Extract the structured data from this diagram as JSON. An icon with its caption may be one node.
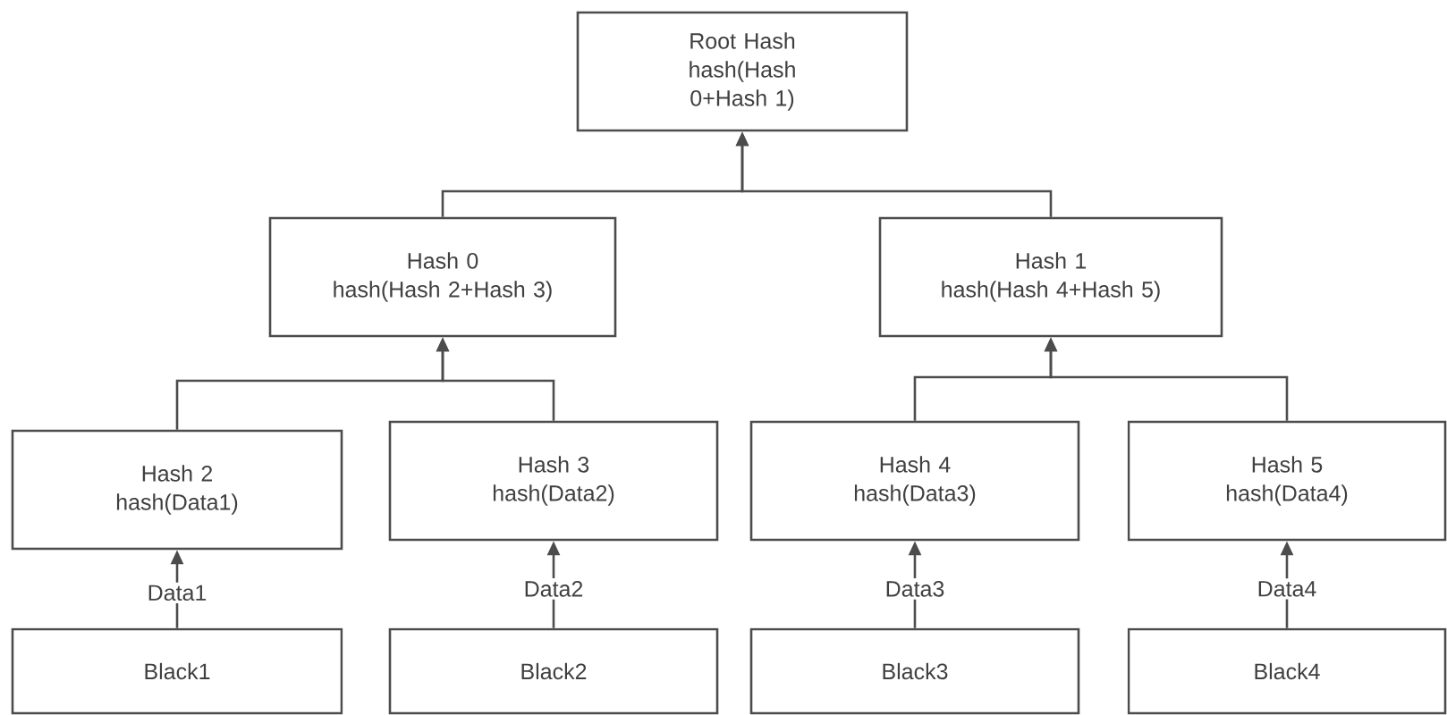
{
  "diagram": {
    "nodes": [
      {
        "text": [
          "Root Hash",
          "hash(Hash 0+Hash 1)"
        ]
      },
      {
        "text": [
          "Hash 0",
          "hash(Hash 2+Hash 3)"
        ]
      },
      {
        "text": [
          "Hash 1",
          "hash(Hash 4+Hash 5)"
        ]
      },
      {
        "text": [
          "Hash 2",
          "hash(Data1)"
        ]
      },
      {
        "text": [
          "Hash 3",
          "hash(Data2)"
        ]
      },
      {
        "text": [
          "Hash 4",
          "hash(Data3)"
        ]
      },
      {
        "text": [
          "Hash 5",
          "hash(Data4)"
        ]
      },
      {
        "text": [
          "Black1"
        ]
      },
      {
        "text": [
          "Black2"
        ]
      },
      {
        "text": [
          "Black3"
        ]
      },
      {
        "text": [
          "Black4"
        ]
      }
    ],
    "edges": [
      {
        "from": 1,
        "to": 0,
        "arrow": "to"
      },
      {
        "from": 2,
        "to": 0,
        "arrow": "to"
      },
      {
        "from": 3,
        "to": 1,
        "arrow": "to"
      },
      {
        "from": 4,
        "to": 1,
        "arrow": "to"
      },
      {
        "from": 5,
        "to": 2,
        "arrow": "to"
      },
      {
        "from": 6,
        "to": 2,
        "arrow": "to"
      },
      {
        "from": 7,
        "to": 3,
        "arrow": "to",
        "label": "Data1"
      },
      {
        "from": 8,
        "to": 4,
        "arrow": "to",
        "label": "Data2"
      },
      {
        "from": 9,
        "to": 5,
        "arrow": "to",
        "label": "Data3"
      },
      {
        "from": 10,
        "to": 6,
        "arrow": "to",
        "label": "Data4"
      }
    ]
  }
}
